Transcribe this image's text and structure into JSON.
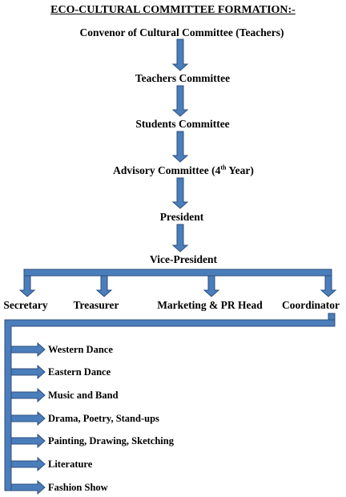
{
  "title": "ECO-CULTURAL COMMITTEE FORMATION:-",
  "chain": [
    {
      "label": "Convenor of Cultural Committee (Teachers)"
    },
    {
      "label": "Teachers Committee"
    },
    {
      "label": "Students Committee"
    },
    {
      "label_pre": "Advisory Committee (4",
      "label_sup": "th",
      "label_post": " Year)"
    },
    {
      "label": "President"
    },
    {
      "label": "Vice-President"
    }
  ],
  "roles": [
    "Secretary",
    "Treasurer",
    "Marketing & PR Head",
    "Coordinator"
  ],
  "activities": [
    "Western Dance",
    "Eastern Dance",
    "Music and Band",
    "Drama, Poetry, Stand-ups",
    "Painting, Drawing, Sketching",
    "Literature",
    "Fashion Show"
  ],
  "colors": {
    "arrow_fill": "#4a7ebb",
    "arrow_stroke": "#2d4f7c"
  }
}
